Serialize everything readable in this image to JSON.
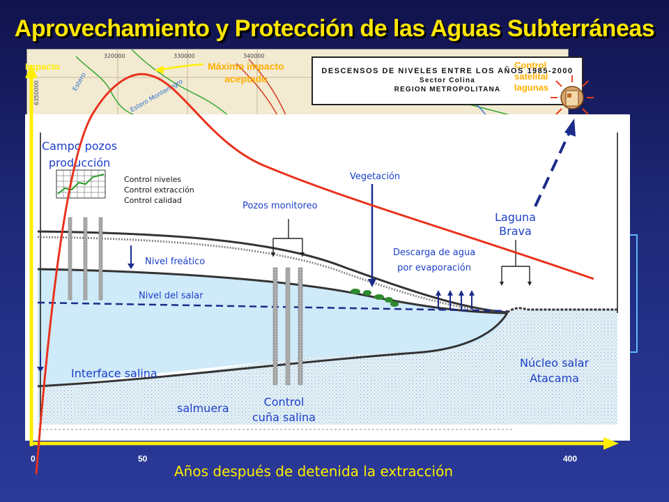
{
  "title": "Aprovechamiento y Protección de las Aguas Subterráneas",
  "map": {
    "legend_line1": "DESCENSOS DE NIVELES ENTRE LOS AÑOS 1985-2000",
    "legend_line2": "Sector Colina",
    "legend_line3": "REGION METROPOLITANA",
    "coord_labels": [
      "320000",
      "330000",
      "340000",
      "6350000"
    ],
    "place_labels": [
      "Estero Montenegro",
      "Estero"
    ]
  },
  "diagram": {
    "campo_pozos": [
      "Campo pozos",
      "producción"
    ],
    "controls": [
      "Control niveles",
      "Control extracción",
      "Control calidad"
    ],
    "vegetacion": "Vegetación",
    "pozos_monitoreo": "Pozos monitoreo",
    "laguna": [
      "Laguna",
      "Brava"
    ],
    "descarga": [
      "Descarga de agua",
      "por evaporación"
    ],
    "nivel_freatico": "Nivel freático",
    "nivel_salar": "Nivel del salar",
    "interface": "Interface salina",
    "salmuera": "salmuera",
    "control_cuna": [
      "Control",
      "cuña salina"
    ],
    "nucleo": [
      "Núcleo salar",
      "Atacama"
    ]
  },
  "overlay": {
    "impacto": "Impacto",
    "maximo": [
      "Máximo impacto",
      "aceptado"
    ],
    "control_satelite": [
      "Control",
      "satelital",
      "lagunas"
    ],
    "x_ticks": [
      "0",
      "50",
      "400"
    ],
    "x_axis_label": "Años  después de detenida la extracción"
  },
  "colors": {
    "title": "#ffe600",
    "axis": "#ffee00",
    "curve": "#e8321e",
    "water": "#cfeaf8",
    "label_blue": "#1b3fc8"
  }
}
